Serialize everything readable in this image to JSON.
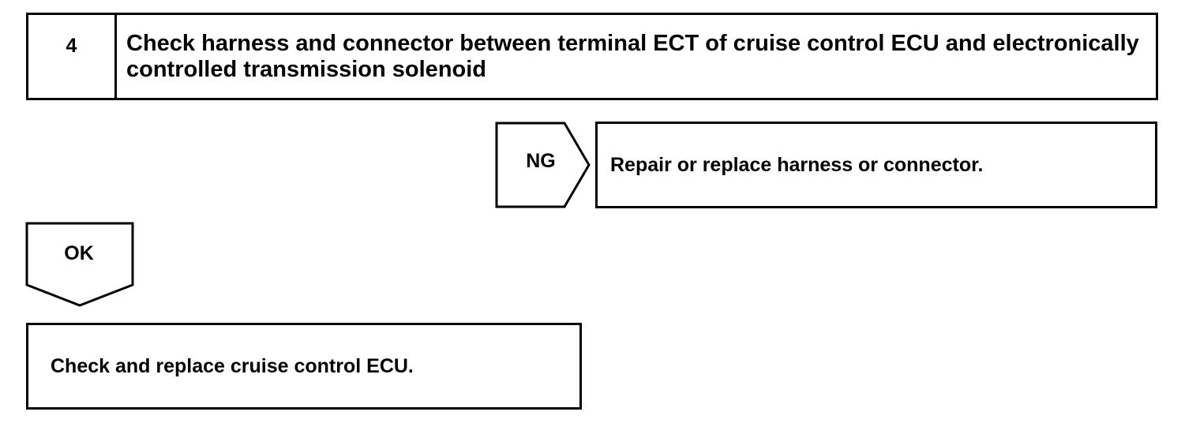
{
  "step": {
    "number": "4",
    "title": "Check harness and connector between terminal ECT of cruise control ECU and electronically controlled transmission solenoid"
  },
  "ng_branch": {
    "label": "NG",
    "action": "Repair or replace harness or connector."
  },
  "ok_branch": {
    "label": "OK",
    "action": "Check and replace cruise control ECU."
  }
}
